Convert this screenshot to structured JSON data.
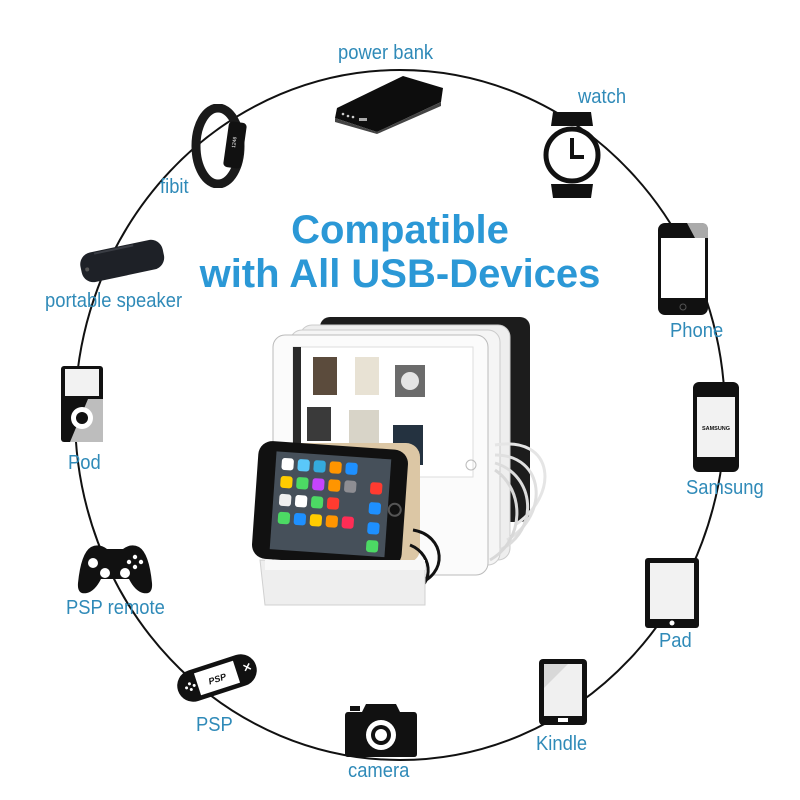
{
  "headline": {
    "line1": "Compatible",
    "line2": "with All USB-Devices"
  },
  "colors": {
    "headline": "#2b98d6",
    "label": "#2f8ab8",
    "icon": "#111111",
    "ring": "#111111"
  },
  "devices": [
    {
      "id": "power-bank",
      "label": "power bank",
      "icon": "power-bank-icon"
    },
    {
      "id": "watch",
      "label": "watch",
      "icon": "watch-icon"
    },
    {
      "id": "phone",
      "label": "Phone",
      "icon": "phone-icon"
    },
    {
      "id": "samsung",
      "label": "Samsung",
      "icon": "samsung-phone-icon",
      "screen_text": "SAMSUNG"
    },
    {
      "id": "pad",
      "label": "Pad",
      "icon": "tablet-icon"
    },
    {
      "id": "kindle",
      "label": "Kindle",
      "icon": "ereader-icon"
    },
    {
      "id": "camera",
      "label": "camera",
      "icon": "camera-icon"
    },
    {
      "id": "psp",
      "label": "PSP",
      "icon": "psp-icon",
      "screen_text": "PSP"
    },
    {
      "id": "psp-remote",
      "label": "PSP remote",
      "icon": "gamepad-icon"
    },
    {
      "id": "pod",
      "label": "Pod",
      "icon": "music-player-icon"
    },
    {
      "id": "portable-speaker",
      "label": "portable speaker",
      "icon": "speaker-icon"
    },
    {
      "id": "fibit",
      "label": "fibit",
      "icon": "fitness-band-icon"
    }
  ],
  "product": {
    "name": "charging-station-with-devices"
  }
}
